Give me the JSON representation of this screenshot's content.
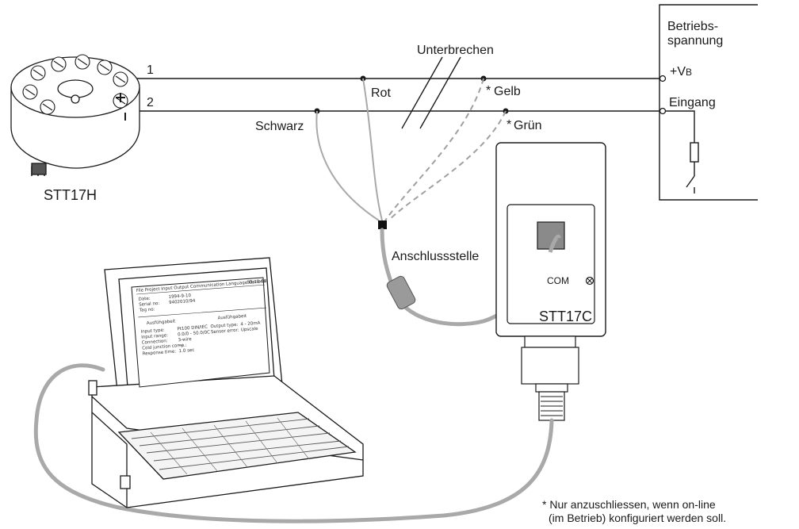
{
  "labels": {
    "transmitter": "STT17H",
    "wire_1": "1",
    "wire_2": "2",
    "interrupt": "Unterbrechen",
    "supply_line1": "Betriebs-",
    "supply_line2": "spannung",
    "vb": "+V",
    "vb_sub": "B",
    "input": "Eingang",
    "red": "Rot",
    "black": "Schwarz",
    "yellow": "Gelb",
    "green": "Grün",
    "asterisk": "*",
    "connection_point": "Anschlussstelle",
    "com": "COM",
    "configurator": "STT17C",
    "footnote_line1": "* Nur anzuschliessen, wenn on-line",
    "footnote_line2": "(im Betrieb) konfiguriert werden soll."
  },
  "screen": {
    "menu": "File  Project  Input  Output  Communication  Language  Options",
    "date_stamp": "98-10-08",
    "rows_top": [
      {
        "key": "Date:",
        "value": "1994-9-10"
      },
      {
        "key": "Serial no:",
        "value": "9402010/94"
      },
      {
        "key": "Tag no:",
        "value": ""
      }
    ],
    "input_header": "Ausfühgabeit",
    "output_header": "Ausfühgabeit",
    "input_rows": [
      {
        "key": "Input type:",
        "value": "Pt100 DIN/IEC"
      },
      {
        "key": "Input range:",
        "value": "0.0/0 - 50.0/0C"
      },
      {
        "key": "Connection:",
        "value": "3-wire"
      },
      {
        "key": "Cold junction comp.:",
        "value": "---"
      },
      {
        "key": "Response time:",
        "value": "1.0 sec"
      }
    ],
    "output_rows": [
      {
        "key": "Output type:",
        "value": "4 - 20mA"
      },
      {
        "key": "Sensor error:",
        "value": "Upscale"
      }
    ]
  },
  "colors": {
    "line": "#1a1a1a",
    "cable": "#a9a9a9",
    "dashed": "#9a9a9a",
    "device_fill": "#ffffff",
    "com_port": "#8a8a8a"
  }
}
